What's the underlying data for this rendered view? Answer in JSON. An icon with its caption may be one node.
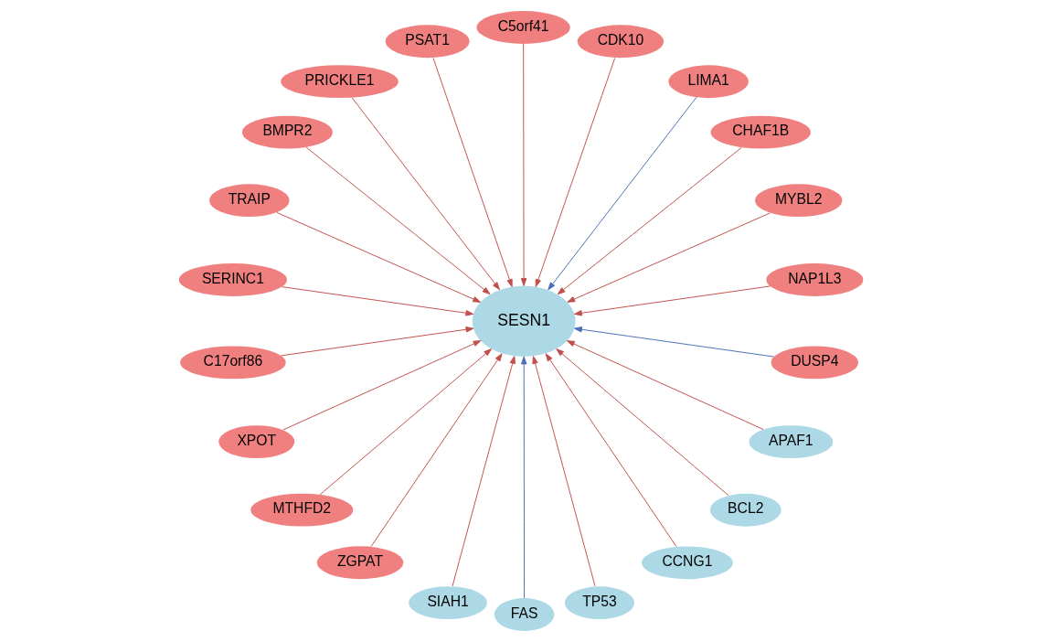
{
  "diagram": {
    "nodes": [
      {
        "text": [
          "SESN1"
        ]
      },
      {
        "text": [
          "NAP1L3"
        ]
      },
      {
        "text": [
          "MYBL2"
        ]
      },
      {
        "text": [
          "CHAF1B"
        ]
      },
      {
        "text": [
          "LIMA1"
        ]
      },
      {
        "text": [
          "CDK10"
        ]
      },
      {
        "text": [
          "C5orf41"
        ]
      },
      {
        "text": [
          "PSAT1"
        ]
      },
      {
        "text": [
          "PRICKLE1"
        ]
      },
      {
        "text": [
          "BMPR2"
        ]
      },
      {
        "text": [
          "TRAIP"
        ]
      },
      {
        "text": [
          "SERINC1"
        ]
      },
      {
        "text": [
          "C17orf86"
        ]
      },
      {
        "text": [
          "XPOT"
        ]
      },
      {
        "text": [
          "MTHFD2"
        ]
      },
      {
        "text": [
          "ZGPAT"
        ]
      },
      {
        "text": [
          "SIAH1"
        ]
      },
      {
        "text": [
          "FAS"
        ]
      },
      {
        "text": [
          "TP53"
        ]
      },
      {
        "text": [
          "CCNG1"
        ]
      },
      {
        "text": [
          "BCL2"
        ]
      },
      {
        "text": [
          "APAF1"
        ]
      },
      {
        "text": [
          "DUSP4"
        ]
      }
    ],
    "edges": [
      {
        "from": 1,
        "to": 0,
        "arrow": "to"
      },
      {
        "from": 2,
        "to": 0,
        "arrow": "to"
      },
      {
        "from": 3,
        "to": 0,
        "arrow": "to"
      },
      {
        "from": 4,
        "to": 0,
        "arrow": "to",
        "color": "#4a6fb5"
      },
      {
        "from": 5,
        "to": 0,
        "arrow": "to"
      },
      {
        "from": 6,
        "to": 0,
        "arrow": "to"
      },
      {
        "from": 7,
        "to": 0,
        "arrow": "to"
      },
      {
        "from": 8,
        "to": 0,
        "arrow": "to"
      },
      {
        "from": 9,
        "to": 0,
        "arrow": "to"
      },
      {
        "from": 10,
        "to": 0,
        "arrow": "to"
      },
      {
        "from": 11,
        "to": 0,
        "arrow": "to"
      },
      {
        "from": 12,
        "to": 0,
        "arrow": "to"
      },
      {
        "from": 13,
        "to": 0,
        "arrow": "to"
      },
      {
        "from": 14,
        "to": 0,
        "arrow": "to"
      },
      {
        "from": 15,
        "to": 0,
        "arrow": "to"
      },
      {
        "from": 16,
        "to": 0,
        "arrow": "to"
      },
      {
        "from": 17,
        "to": 0,
        "arrow": "to",
        "color": "#4a6fb5"
      },
      {
        "from": 18,
        "to": 0,
        "arrow": "to"
      },
      {
        "from": 19,
        "to": 0,
        "arrow": "to"
      },
      {
        "from": 20,
        "to": 0,
        "arrow": "to"
      },
      {
        "from": 21,
        "to": 0,
        "arrow": "to"
      },
      {
        "from": 22,
        "to": 0,
        "arrow": "to",
        "color": "#4a6fb5"
      }
    ]
  }
}
